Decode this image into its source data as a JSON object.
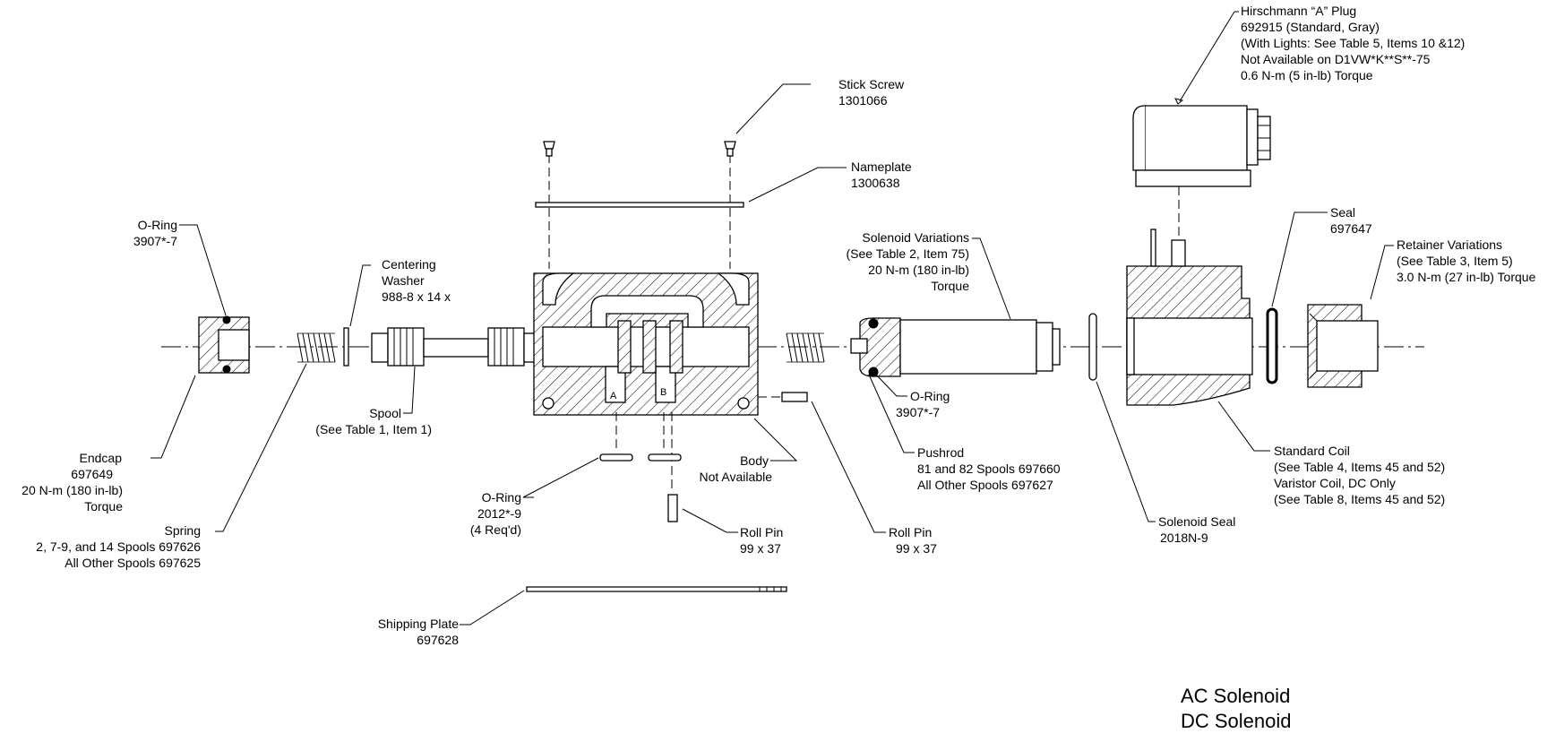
{
  "labels": {
    "plug": [
      "Hirschmann “A” Plug",
      "692915 (Standard, Gray)",
      "(With Lights: See Table 5, Items 10 &12)",
      "Not Available on D1VW*K**S**-75",
      "0.6 N-m (5 in-lb) Torque"
    ],
    "stick_screw": [
      "Stick Screw",
      "1301066"
    ],
    "nameplate": [
      "Nameplate",
      "1300638"
    ],
    "seal": [
      "Seal",
      "697647"
    ],
    "retainer": [
      "Retainer Variations",
      "(See Table 3, Item 5)",
      "3.0 N-m (27 in-lb) Torque"
    ],
    "solenoid_variations": [
      "Solenoid Variations",
      "(See Table 2, Item 75)",
      "20 N-m (180 in-lb)",
      "Torque"
    ],
    "oring_endcap": [
      "O-Ring",
      "3907*-7"
    ],
    "centering_washer": [
      "Centering",
      "Washer",
      "988-8 x 14 x"
    ],
    "spool": [
      "Spool",
      "(See Table 1, Item 1)"
    ],
    "endcap": [
      "Endcap",
      "697649",
      "20 N-m (180 in-lb)",
      "Torque"
    ],
    "spring": [
      "Spring",
      "2, 7-9, and 14 Spools 697626",
      "All Other Spools 697625"
    ],
    "oring_body": [
      "O-Ring",
      "2012*-9",
      "(4 Req'd)"
    ],
    "body": [
      "Body",
      "Not Available"
    ],
    "roll_pin_a": [
      "Roll Pin",
      "99 x 37"
    ],
    "roll_pin_b": [
      "Roll Pin",
      "99 x 37"
    ],
    "oring_solenoid": [
      "O-Ring",
      "3907*-7"
    ],
    "pushrod": [
      "Pushrod",
      "81 and 82 Spools 697660",
      "All Other Spools 697627"
    ],
    "solenoid_seal": [
      "Solenoid Seal",
      "2018N-9"
    ],
    "standard_coil": [
      "Standard Coil",
      "(See Table 4, Items 45 and 52)",
      "Varistor Coil, DC Only",
      "(See Table 8, Items 45 and 52)"
    ],
    "shipping_plate": [
      "Shipping Plate",
      "697628"
    ]
  },
  "port_labels": {
    "a": "A",
    "b": "B"
  },
  "legend": {
    "ac": "AC Solenoid",
    "dc": "DC Solenoid"
  }
}
